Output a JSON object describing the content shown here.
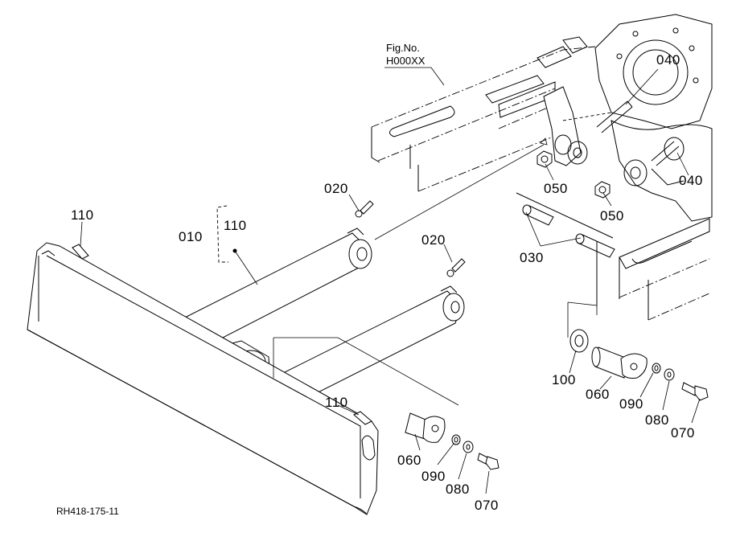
{
  "figure": {
    "fig_no_label": "Fig.No.",
    "fig_no_value": "H000XX",
    "drawing_code": "RH418-175-11"
  },
  "callouts": {
    "p010": "010",
    "p110_bracket": "110",
    "p110_left": "110",
    "p110_bottom": "110",
    "p020_a": "020",
    "p020_b": "020",
    "p030": "030",
    "p040_a": "040",
    "p040_b": "040",
    "p050_a": "050",
    "p050_b": "050",
    "p060_a": "060",
    "p060_b": "060",
    "p070_a": "070",
    "p070_b": "070",
    "p080_a": "080",
    "p080_b": "080",
    "p090_a": "090",
    "p090_b": "090",
    "p100": "100"
  }
}
